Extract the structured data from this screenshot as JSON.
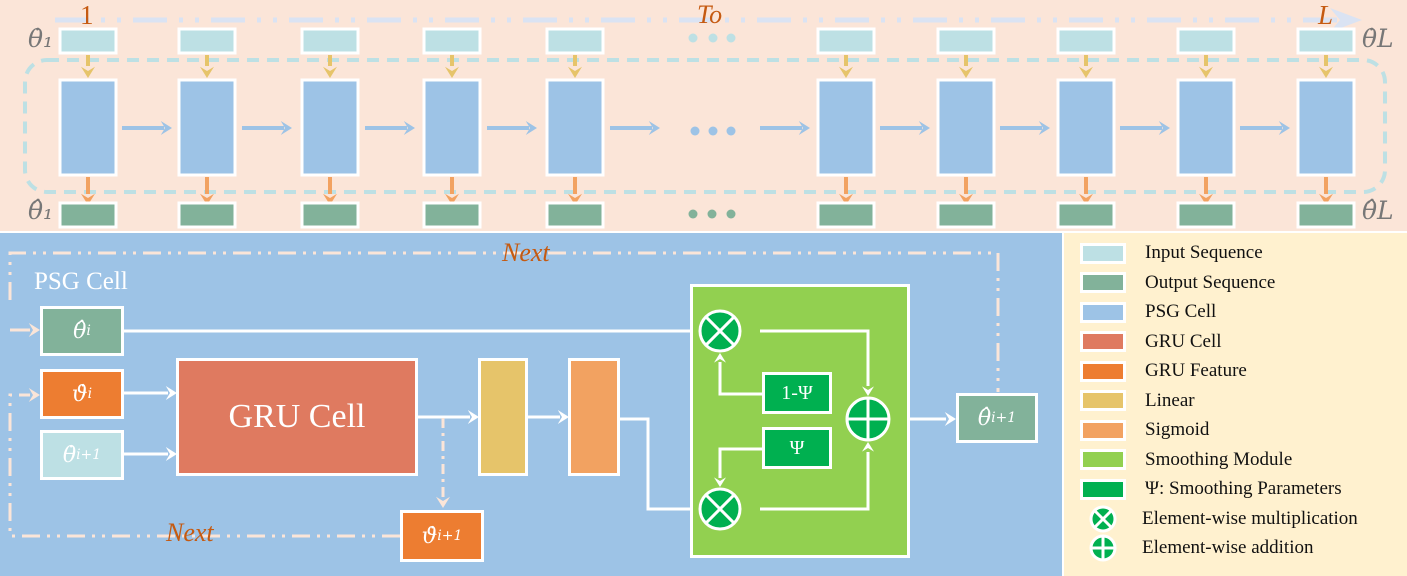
{
  "top_panel": {
    "start_label": "1",
    "middle_label": "To",
    "end_label": "L",
    "input_first": "θ̇₁",
    "input_last": "θ̇L",
    "output_first": "θ̂₁",
    "output_last": "θ̂L",
    "cell_count_visible": 10,
    "ellipsis": "• • •"
  },
  "cell_panel": {
    "title": "PSG Cell",
    "next_top": "Next",
    "next_bottom": "Next",
    "gru_cell_label": "GRU Cell",
    "input_theta_hat_i": "θ̂",
    "input_theta_hat_i_sub": "i",
    "input_vartheta_i": "ϑ̇",
    "input_vartheta_i_sub": "i",
    "input_theta_dot_next": "θ̇",
    "input_theta_dot_next_sub": "i+1",
    "output_vartheta_next": "ϑ̇",
    "output_vartheta_next_sub": "i+1",
    "output_theta_hat_next": "θ̂",
    "output_theta_hat_next_sub": "i+1",
    "one_minus_psi": "1-Ψ",
    "psi": "Ψ"
  },
  "legend": {
    "items": [
      {
        "label": "Input Sequence",
        "color": "#bde0e4",
        "kind": "swatch"
      },
      {
        "label": "Output Sequence",
        "color": "#82b29a",
        "kind": "swatch"
      },
      {
        "label": "PSG Cell",
        "color": "#9dc3e6",
        "kind": "swatch"
      },
      {
        "label": "GRU Cell",
        "color": "#df7a60",
        "kind": "swatch"
      },
      {
        "label": "GRU Feature",
        "color": "#ed7d31",
        "kind": "swatch"
      },
      {
        "label": "Linear",
        "color": "#e6c46a",
        "kind": "swatch"
      },
      {
        "label": "Sigmoid",
        "color": "#f2a261",
        "kind": "swatch"
      },
      {
        "label": "Smoothing Module",
        "color": "#92d050",
        "kind": "swatch"
      },
      {
        "label": "Ψ: Smoothing Parameters",
        "color": "#00b050",
        "kind": "swatch"
      },
      {
        "label": "Element-wise multiplication",
        "color": "#00b050",
        "kind": "multiply"
      },
      {
        "label": "Element-wise addition",
        "color": "#00b050",
        "kind": "add"
      }
    ]
  },
  "colors": {
    "top_bg": "#fbe5d8",
    "cell_bg": "#9dc3e6",
    "legend_bg": "#fff1cf",
    "accent_text": "#c55a11",
    "input_arrow": "#e6c46a",
    "output_arrow": "#f2a261",
    "seq_arrow": "#9dc3e6"
  }
}
